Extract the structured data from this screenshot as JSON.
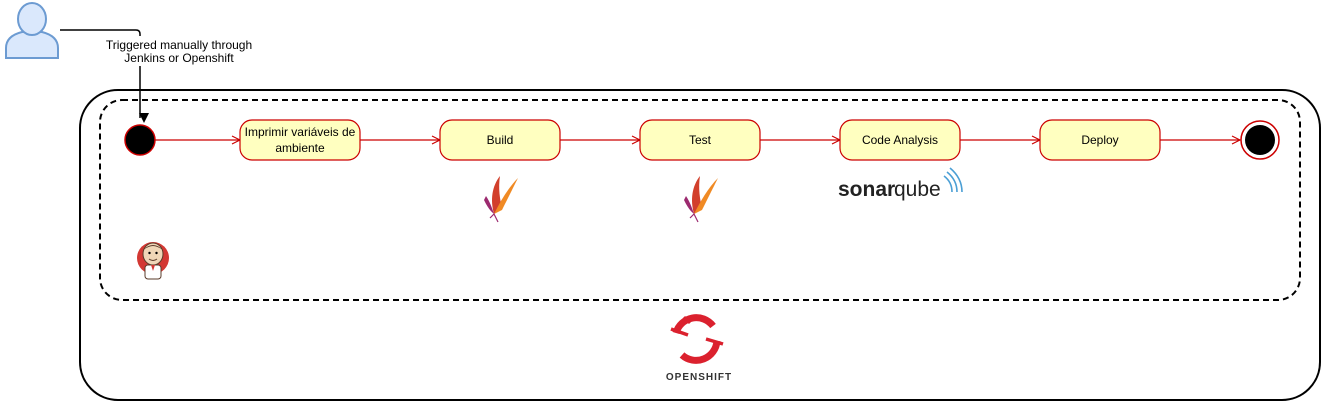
{
  "trigger": {
    "label_line1": "Triggered manually through",
    "label_line2": "Jenkins or Openshift"
  },
  "pipeline": {
    "stages": [
      {
        "label_line1": "Imprimir variáveis de",
        "label_line2": "ambiente"
      },
      {
        "label_line1": "Build",
        "label_line2": ""
      },
      {
        "label_line1": "Test",
        "label_line2": ""
      },
      {
        "label_line1": "Code Analysis",
        "label_line2": ""
      },
      {
        "label_line1": "Deploy",
        "label_line2": ""
      }
    ]
  },
  "logos": {
    "sonarqube_part1": "sonar",
    "sonarqube_part2": "qube",
    "openshift": "OPENSHIFT",
    "stage_tools": [
      "apache-maven-feather-icon",
      "apache-maven-feather-icon"
    ],
    "pipeline_runner": "jenkins-logo-icon",
    "platform": "openshift-logo-icon"
  },
  "colors": {
    "stage_fill": "#ffffc0",
    "stage_stroke": "#cc0000",
    "arrow": "#cc0000",
    "actor_stroke": "#6c9bd2",
    "actor_fill": "#dae8fc",
    "openshift_red": "#db212e"
  }
}
